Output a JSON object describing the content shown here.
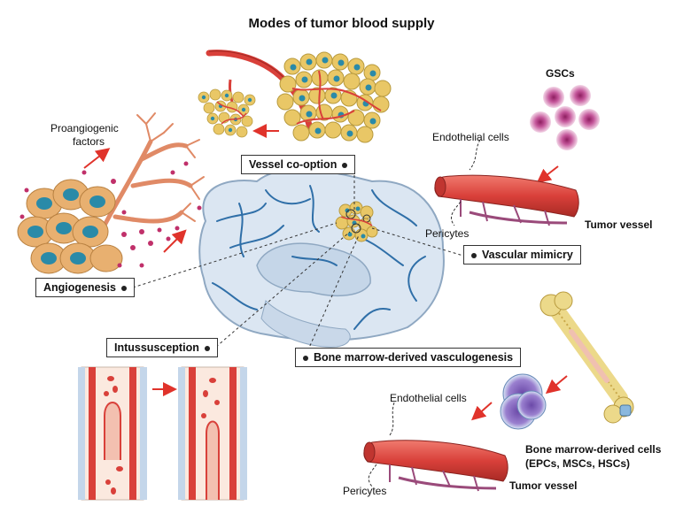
{
  "title": "Modes of tumor blood supply",
  "labels": {
    "vessel_cooption": "Vessel co-option",
    "angiogenesis": "Angiogenesis",
    "vascular_mimicry": "Vascular mimicry",
    "intussusception": "Intussusception",
    "bone_marrow_vasculogenesis": "Bone marrow-derived vasculogenesis"
  },
  "annotations": {
    "proangiogenic_line1": "Proangiogenic",
    "proangiogenic_line2": "factors",
    "gscs": "GSCs",
    "endothelial_cells_top": "Endothelial cells",
    "pericytes_top": "Pericytes",
    "tumor_vessel_top": "Tumor vessel",
    "endothelial_cells_bottom": "Endothelial cells",
    "pericytes_bottom": "Pericytes",
    "tumor_vessel_bottom": "Tumor vessel",
    "bmdc_line1": "Bone marrow-derived cells",
    "bmdc_line2": "(EPCs, MSCs, HSCs)"
  },
  "colors": {
    "vessel_red": "#d9403a",
    "brain_blue": "#dbe6f2",
    "brain_vessel": "#2f6fa8",
    "tumor_cell": "#e9c766",
    "nucleus": "#2a8aa8",
    "gsc_purple": "#b8488c",
    "arrow_red": "#e0332b"
  }
}
